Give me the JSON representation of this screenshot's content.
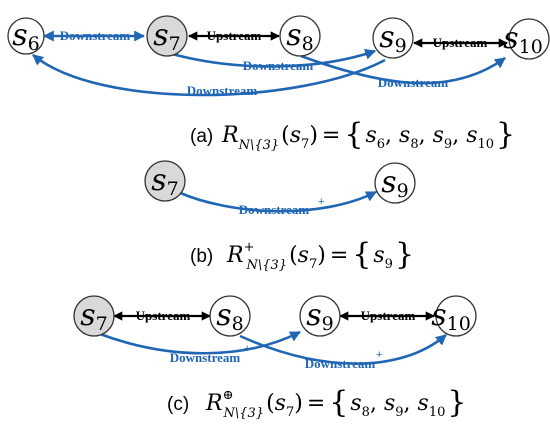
{
  "nodes": {
    "s6": {
      "base": "s",
      "sub": "6"
    },
    "s7": {
      "base": "s",
      "sub": "7"
    },
    "s8": {
      "base": "s",
      "sub": "8"
    },
    "s9": {
      "base": "s",
      "sub": "9"
    },
    "s10": {
      "base": "s",
      "sub": "10"
    }
  },
  "edge_labels": {
    "downstream": "Downstream",
    "upstream": "Upstream",
    "plus": "+"
  },
  "captions": {
    "a": {
      "letter": "(a)",
      "R": "R",
      "set_sub": "N\\{3}",
      "sup": "",
      "arg": "s",
      "arg_sub": "7",
      "equals": "=",
      "members": [
        "6",
        "8",
        "9",
        "10"
      ]
    },
    "b": {
      "letter": "(b)",
      "R": "R",
      "set_sub": "N\\{3}",
      "sup": "+",
      "arg": "s",
      "arg_sub": "7",
      "equals": "=",
      "members": [
        "9"
      ]
    },
    "c": {
      "letter": "(c)",
      "R": "R",
      "set_sub": "N\\{3}",
      "sup": "⊕",
      "arg": "s",
      "arg_sub": "7",
      "equals": "=",
      "members": [
        "8",
        "9",
        "10"
      ]
    }
  },
  "colors": {
    "downstream_edge": "#2066b4",
    "upstream_edge": "#000000",
    "highlight_node_fill": "#d9d9d9",
    "node_fill": "#ffffff"
  }
}
